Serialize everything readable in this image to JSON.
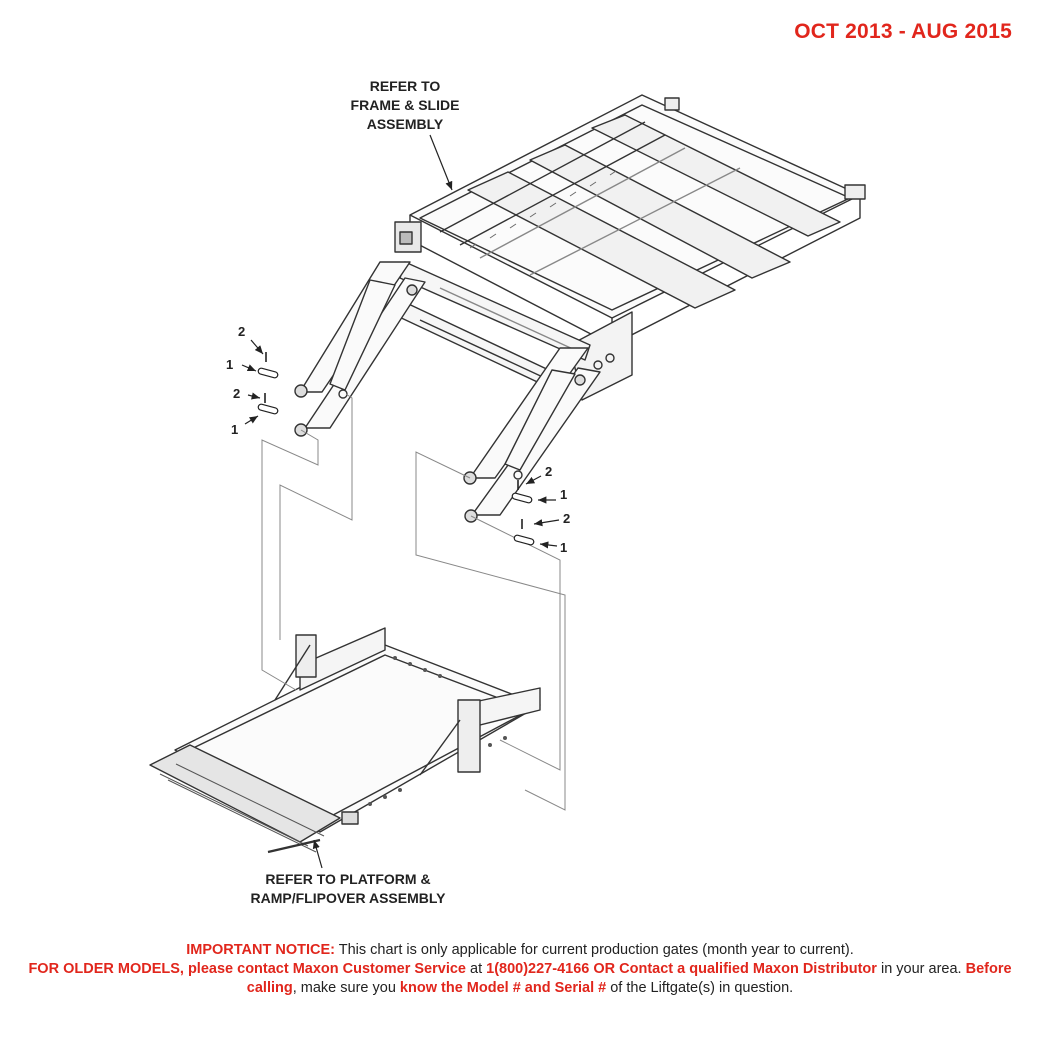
{
  "date_range": "OCT 2013 - AUG 2015",
  "callouts": {
    "frame": [
      "REFER TO",
      "FRAME & SLIDE",
      "ASSEMBLY"
    ],
    "platform": [
      "REFER TO PLATFORM &",
      "RAMP/FLIPOVER  ASSEMBLY"
    ]
  },
  "part_numbers": {
    "left_upper_clip": "2",
    "left_upper_pin": "1",
    "left_lower_clip": "2",
    "left_lower_pin": "1",
    "right_upper_clip": "2",
    "right_upper_pin": "1",
    "right_lower_clip": "2",
    "right_lower_pin": "1"
  },
  "notice": {
    "s1": "IMPORTANT NOTICE:",
    "s2": " This chart is only applicable for current production gates (month year to current).",
    "s3": "FOR OLDER MODELS, please contact Maxon Customer Service",
    "s4": " at ",
    "s5": "1(800)227-4166 OR Contact a qualified Maxon Distributor",
    "s6": " in your area. ",
    "s7": "Before calling",
    "s8": ", make sure you ",
    "s9": "know the Model # and Serial #",
    "s10": " of the Liftgate(s) in question."
  },
  "colors": {
    "accent_red": "#e1261c",
    "line": "#333333",
    "guide": "#777777"
  }
}
